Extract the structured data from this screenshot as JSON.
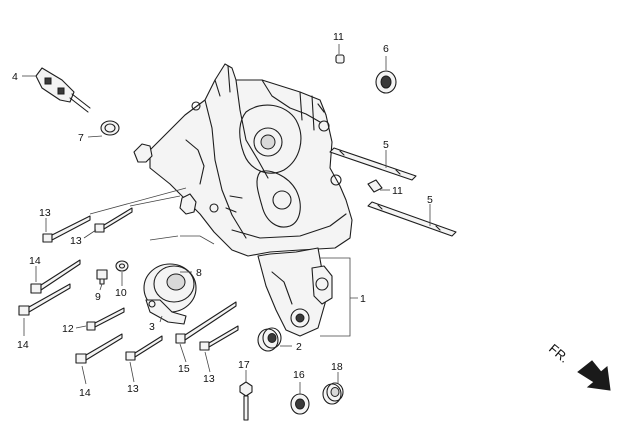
{
  "callouts": {
    "c1": "1",
    "c2": "2",
    "c3": "3",
    "c4": "4",
    "c5a": "5",
    "c5b": "5",
    "c6": "6",
    "c7": "7",
    "c8": "8",
    "c9": "9",
    "c10": "10",
    "c11a": "11",
    "c11b": "11",
    "c12": "12",
    "c13a": "13",
    "c13b": "13",
    "c13c": "13",
    "c13d": "13",
    "c14a": "14",
    "c14b": "14",
    "c14c": "14",
    "c15": "15",
    "c16": "16",
    "c17": "17",
    "c18": "18"
  },
  "direction": {
    "label": "FR.",
    "icon": "arrow-down-right-icon"
  }
}
